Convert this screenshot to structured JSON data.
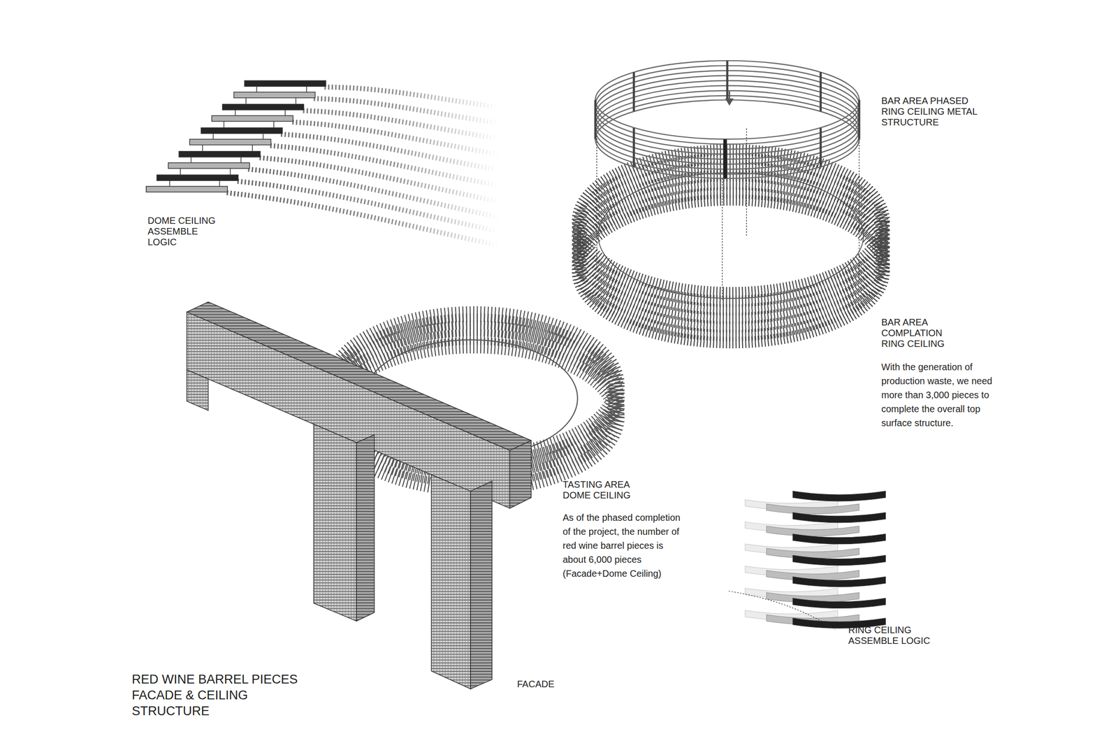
{
  "diagram": {
    "title": "RED WINE BARREL PIECES FACADE & CEILING STRUCTURE",
    "labels": [
      "DOME CEILING ASSEMBLE LOGIC",
      "BAR AREA PHASED RING CEILING METAL STRUCTURE",
      "BAR AREA COMPLATION RING CEILING",
      "With the generation of production waste, we need more than 3,000 pieces to complete the overall top surface structure.",
      "TASTING AREA DOME CEILING",
      "As of the phased completion of the project, the number of red wine barrel pieces is about 6,000 pieces (Facade+Dome Ceiling)",
      "RING CEILING ASSEMBLE LOGIC",
      "FACADE"
    ]
  }
}
